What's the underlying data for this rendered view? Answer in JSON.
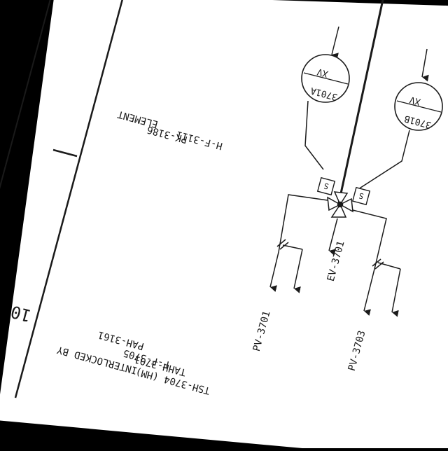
{
  "colors": {
    "background": "#000000",
    "paper": "#ffffff",
    "ink": "#1a1a1a"
  },
  "border": {
    "zone_number": "10"
  },
  "notes": {
    "element_header": "ELEMENT",
    "element_items": [
      "PK-3186",
      "H-F-3111"
    ],
    "interlock_header": "INTERLOCKED BY",
    "interlock_items": [
      "PAH-3161",
      "F-F-3705",
      "TAHH-3701",
      "TSH-3704 (HM)"
    ]
  },
  "instruments": {
    "xv_a": {
      "type": "XV",
      "tag": "3701A"
    },
    "xv_b": {
      "type": "XV",
      "tag": "3701B"
    },
    "solenoid_symbol": "S"
  },
  "lines": {
    "ev": "EV-3701",
    "pv_left": "PV-3701",
    "pv_right": "PV-3703"
  }
}
